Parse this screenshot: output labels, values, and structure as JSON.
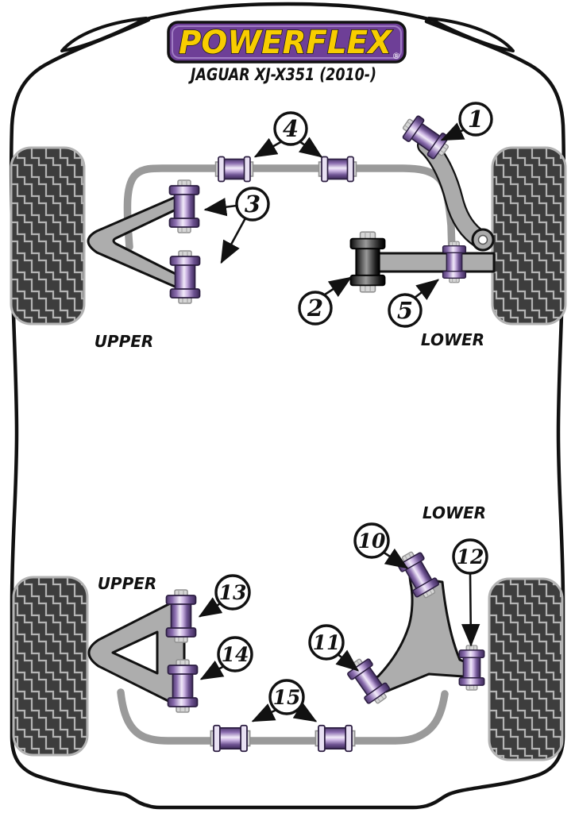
{
  "logo": {
    "brand": "POWERFLEX",
    "registered": "®"
  },
  "title": "JAGUAR XJ-X351 (2010-)",
  "section_labels": {
    "front_upper": "UPPER",
    "front_lower": "LOWER",
    "rear_upper": "UPPER",
    "rear_lower": "LOWER"
  },
  "callouts": {
    "c1": "1",
    "c2": "2",
    "c3": "3",
    "c4": "4",
    "c5": "5",
    "c10": "10",
    "c11": "11",
    "c12": "12",
    "c13": "13",
    "c14": "14",
    "c15": "15"
  },
  "colors": {
    "logo_purple": "#6e3f97",
    "logo_yellow": "#f8cd00",
    "bushing_purple": "#9b7cc0",
    "bushing_black": "#1c1c1c",
    "arm_grey": "#adadad",
    "bar_grey": "#9a9a9a",
    "tire_dark": "#3d3d3d",
    "outline_black": "#111111"
  }
}
